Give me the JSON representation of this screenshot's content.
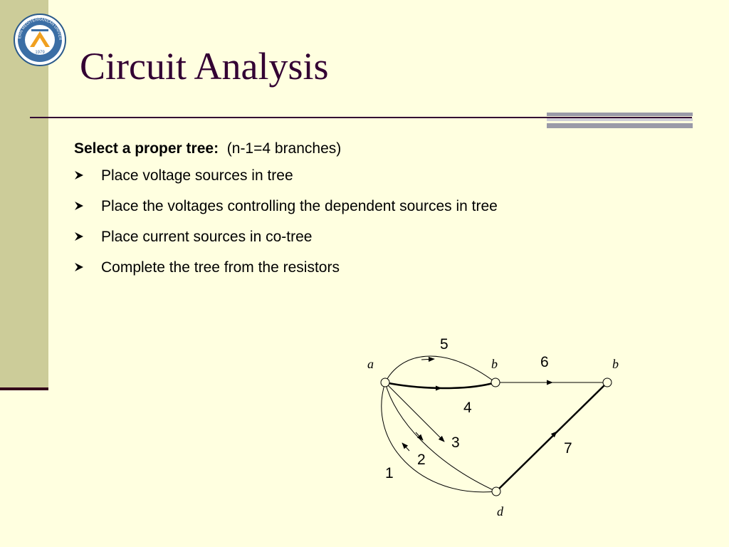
{
  "slide": {
    "title": "Circuit Analysis",
    "intro_label": "Select a proper tree:",
    "intro_note": "(n-1=4 branches)",
    "bullets": [
      "Place voltage sources in tree",
      "Place the voltages controlling the dependent sources in tree",
      "Place current sources in co-tree",
      "Complete the tree from the resistors"
    ]
  },
  "logo": {
    "text": "EASTERN MEDITERRANEAN UNIVERSITY",
    "year": "1979"
  },
  "diagram": {
    "nodes": {
      "a": "a",
      "b1": "b",
      "b2": "b",
      "d": "d"
    },
    "branches": {
      "b1": "1",
      "b2": "2",
      "b3": "3",
      "b4": "4",
      "b5": "5",
      "b6": "6",
      "b7": "7"
    }
  },
  "colors": {
    "title": "#330033",
    "background": "#ffffe0",
    "left_bar": "#cccc99"
  }
}
